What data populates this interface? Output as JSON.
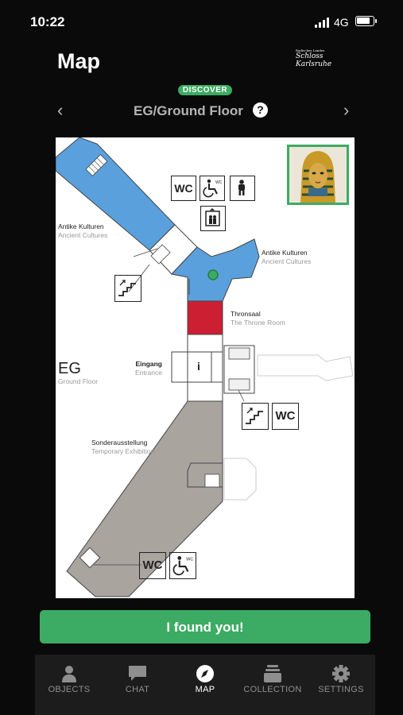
{
  "status_bar": {
    "time": "10:22",
    "network": "4G"
  },
  "header": {
    "title": "Map",
    "logo_line1": "Badisches Landes",
    "logo_line2": "Schloss",
    "logo_line3": "Karlsruhe",
    "badge": "DISCOVER"
  },
  "floor_selector": {
    "prev_icon": "chevron-left-icon",
    "next_icon": "chevron-right-icon",
    "label": "EG/Ground Floor",
    "help_icon": "question-icon"
  },
  "map": {
    "floor_code": "EG",
    "floor_name": "Ground Floor",
    "rooms": [
      {
        "de": "Antike Kulturen",
        "en": "Ancient Cultures",
        "color": "#5aa0dc"
      },
      {
        "de": "Antike Kulturen",
        "en": "Ancient Cultures",
        "color": "#5aa0dc"
      },
      {
        "de": "Thronsaal",
        "en": "The Throne Room",
        "color": "#cc1f32"
      },
      {
        "de": "Eingang",
        "en": "Entrance"
      },
      {
        "de": "Sonderausstellung",
        "en": "Temporary Exhibition",
        "color": "#aaa49f"
      }
    ],
    "icon_labels": {
      "wc": "WC",
      "info": "i"
    },
    "icons": [
      "wc-icon",
      "wheelchair-wc-icon",
      "baby-changing-icon",
      "elevator-icon",
      "stairs-icon",
      "location-marker-icon"
    ]
  },
  "action_button": "I found you!",
  "tabs": [
    {
      "label": "OBJECTS",
      "icon": "user-icon"
    },
    {
      "label": "CHAT",
      "icon": "chat-icon"
    },
    {
      "label": "MAP",
      "icon": "compass-icon",
      "active": true
    },
    {
      "label": "COLLECTION",
      "icon": "collection-icon"
    },
    {
      "label": "SETTINGS",
      "icon": "gear-icon"
    }
  ],
  "colors": {
    "accent": "#3cab63",
    "ancient_cultures": "#5aa0dc",
    "throne_room": "#cc1f32",
    "temporary_exhibition": "#aaa49f",
    "background": "#0a0a0a"
  }
}
